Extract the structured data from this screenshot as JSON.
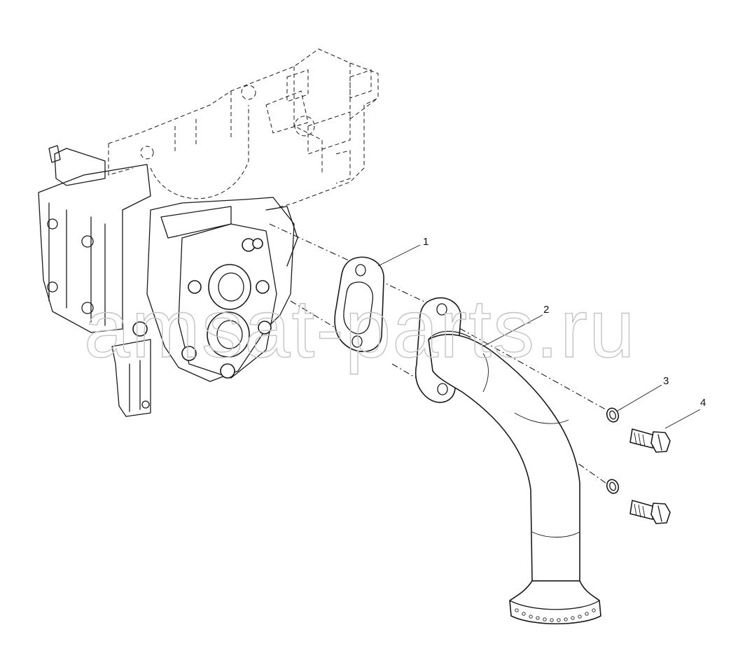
{
  "watermark": "amsat-parts.ru",
  "callouts": [
    {
      "number": "1",
      "part": "gasket"
    },
    {
      "number": "2",
      "part": "oil-suction-pipe"
    },
    {
      "number": "3",
      "part": "washer"
    },
    {
      "number": "4",
      "part": "bolt"
    }
  ],
  "colors": {
    "line": "#1a1a1a",
    "watermark": "#c4c4c4",
    "background": "#ffffff"
  }
}
